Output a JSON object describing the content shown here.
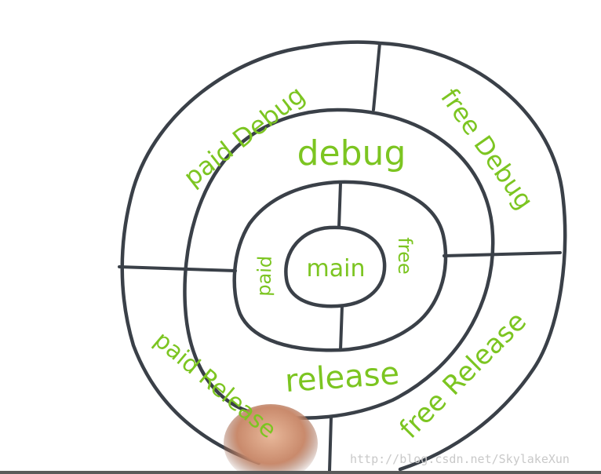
{
  "diagram": {
    "center": "main",
    "flavors": {
      "paid": "paid",
      "free": "free"
    },
    "build_types": {
      "debug": "debug",
      "release": "release"
    },
    "variants": {
      "paid_debug": "paid Debug",
      "free_debug": "free Debug",
      "paid_release": "paid Release",
      "free_release": "free Release"
    }
  },
  "watermark": "http://blog.csdn.net/SkylakeXun",
  "colors": {
    "label": "#7cc521",
    "stroke": "#3a4048"
  }
}
